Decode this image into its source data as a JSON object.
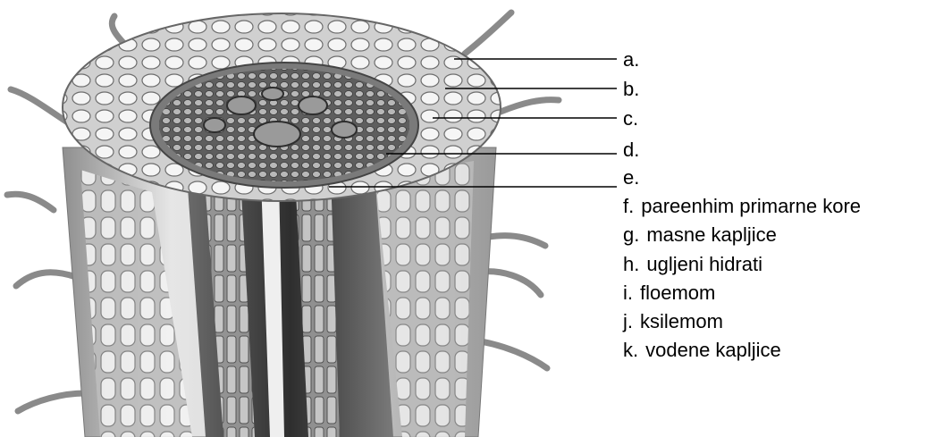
{
  "diagram": {
    "labels": [
      {
        "letter": "a.",
        "text": ""
      },
      {
        "letter": "b.",
        "text": ""
      },
      {
        "letter": "c.",
        "text": ""
      },
      {
        "letter": "d.",
        "text": ""
      },
      {
        "letter": "e.",
        "text": ""
      },
      {
        "letter": "f.",
        "text": "pareenhim primarne kore"
      },
      {
        "letter": "g.",
        "text": "masne kapljice"
      },
      {
        "letter": "h.",
        "text": "ugljeni hidrati"
      },
      {
        "letter": "i.",
        "text": "floemom"
      },
      {
        "letter": "j.",
        "text": "ksilemom"
      },
      {
        "letter": "k.",
        "text": "vodene kapljice"
      }
    ]
  }
}
